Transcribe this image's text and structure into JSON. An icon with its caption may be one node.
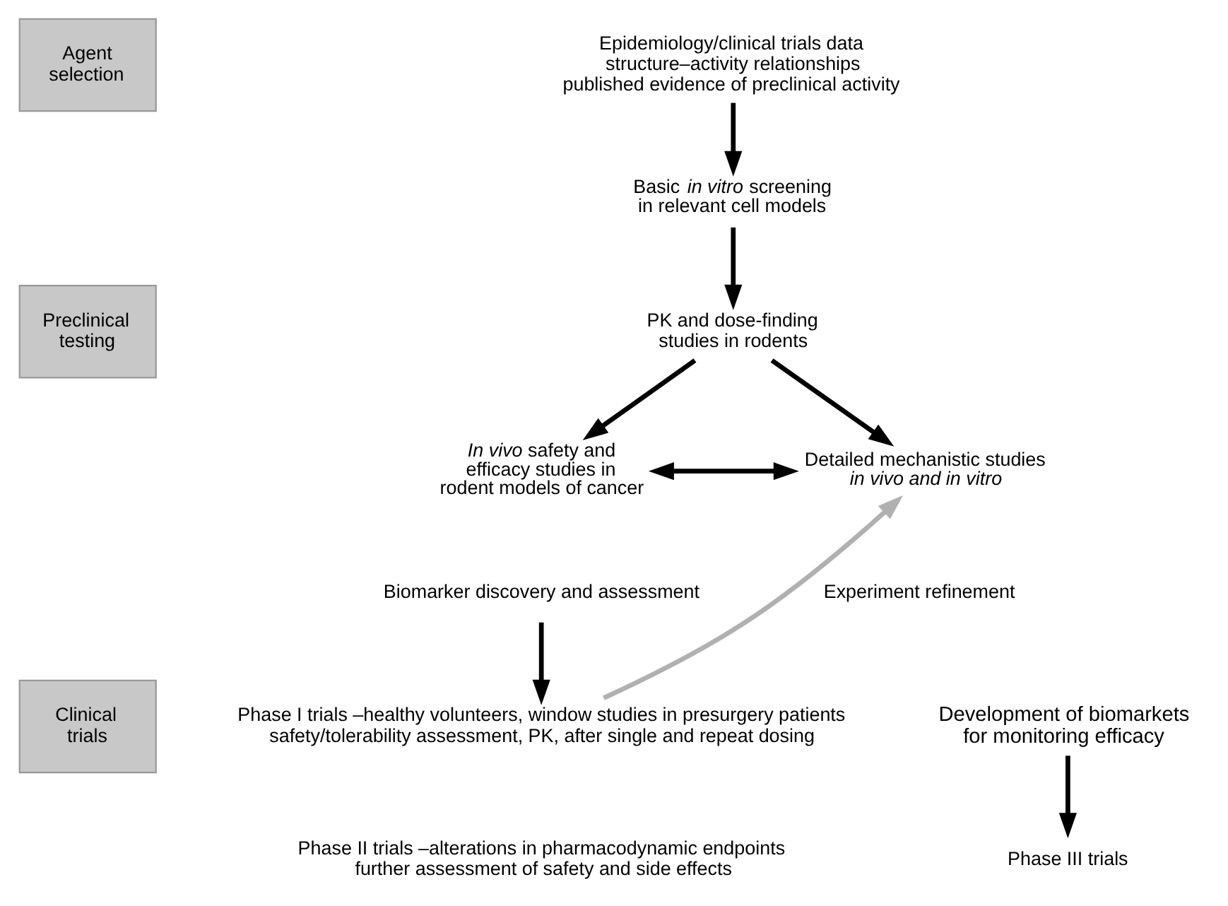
{
  "diagram": {
    "nodes": [
      {
        "text": [
          "Agent selection"
        ]
      },
      {
        "text": [
          "Preclinical testing"
        ]
      },
      {
        "text": [
          "Clinical trials"
        ]
      },
      {
        "text": [
          "Epidemiology/clinical trials data structure–activity relationships published evidence of preclinical activity"
        ]
      },
      {
        "text": [
          "Basic *in vitro* screening in relevant cell models"
        ]
      },
      {
        "text": [
          "PK and dose-finding studies in rodents"
        ]
      },
      {
        "text": [
          "*In vivo* safety and efficacy studies in rodent models of cancer"
        ]
      },
      {
        "text": [
          "Detailed mechanistic studies *in vivo and in vitro*"
        ]
      },
      {
        "text": [
          "Biomarker discovery and assessment"
        ]
      },
      {
        "text": [
          "Phase I trials –healthy volunteers, window studies in presurgery patients safety/tolerability assessment, PK, after single and repeat dosing"
        ]
      },
      {
        "text": [
          "Phase II trials –alterations in pharmacodynamic endpoints further assessment of safety and side effects"
        ]
      },
      {
        "text": [
          "Development of biomarkets for monitoring efficacy"
        ]
      },
      {
        "text": [
          "Phase III trials"
        ]
      }
    ],
    "edges": [
      {
        "from": 3,
        "to": 4,
        "arrow": "to"
      },
      {
        "from": 4,
        "to": 5,
        "arrow": "to"
      },
      {
        "from": 5,
        "to": 6,
        "arrow": "to"
      },
      {
        "from": 5,
        "to": 7,
        "arrow": "to"
      },
      {
        "from": 6,
        "to": 7,
        "arrow": "both"
      },
      {
        "from": 8,
        "to": 9,
        "arrow": "to"
      },
      {
        "from": 9,
        "to": 7,
        "label": "Experiment refinement",
        "arrow": "to",
        "color": "#b0b0b0"
      },
      {
        "from": 11,
        "to": 12,
        "arrow": "to"
      }
    ]
  }
}
